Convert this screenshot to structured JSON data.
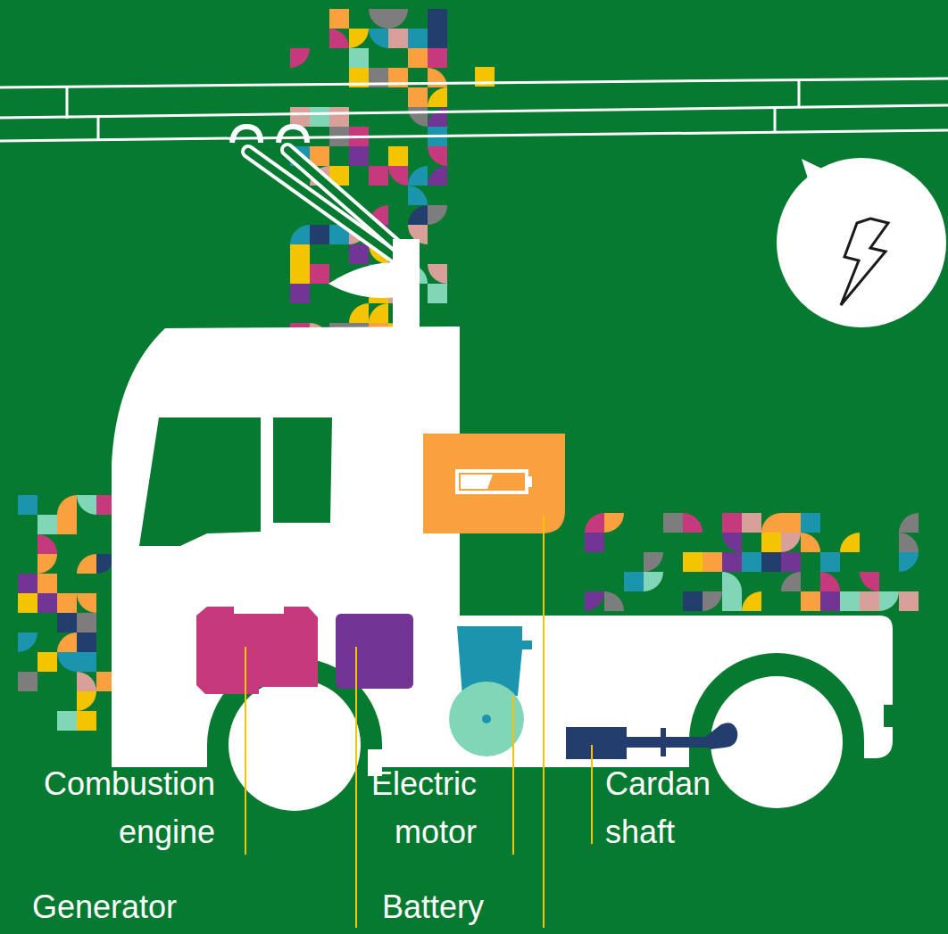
{
  "diagram": {
    "labels": [
      "Combustion engine",
      "Generator",
      "Electric motor",
      "Battery",
      "Cardan shaft"
    ]
  }
}
